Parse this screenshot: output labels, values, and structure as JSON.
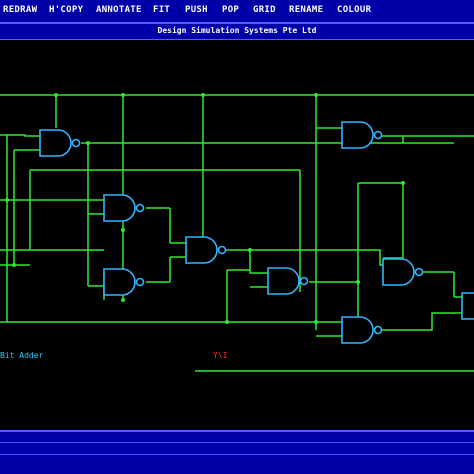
{
  "menu": {
    "items": [
      "REDRAW",
      "H'COPY",
      "ANNOTATE",
      "FIT",
      "PUSH",
      "POP",
      "GRID",
      "RENAME",
      "COLOUR"
    ]
  },
  "title": "Design Simulation Systems Pte Ltd",
  "circuit_label": "Bit Adder",
  "cursor_readout": "Y\\I",
  "colors": {
    "menu_bg": "#0000a8",
    "wire": "#30e830",
    "gate": "#34b4ff",
    "label": "#34c8ff",
    "readout": "#ff3030"
  }
}
